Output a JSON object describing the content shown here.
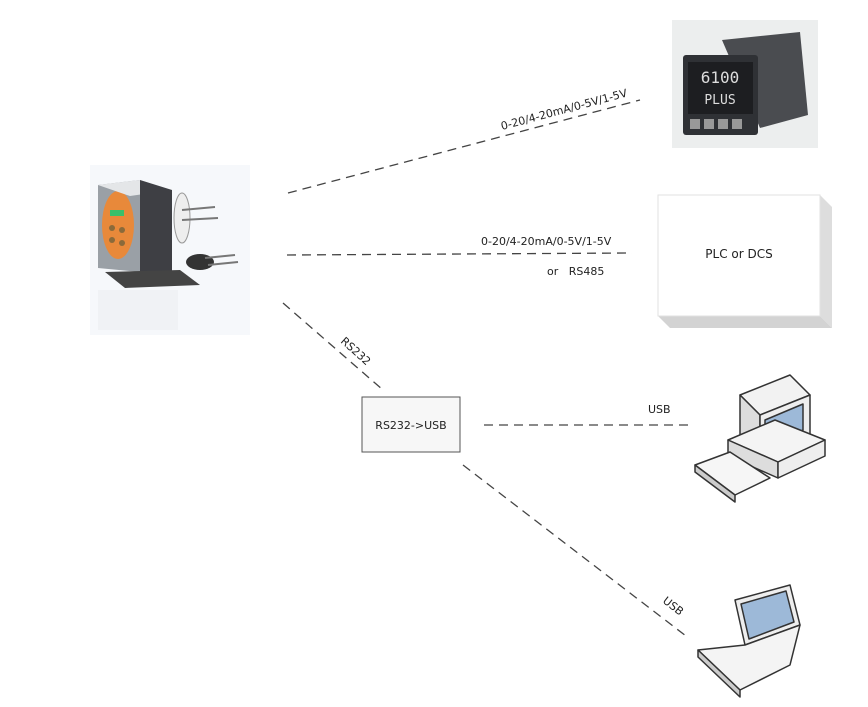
{
  "nodes": {
    "controller_display": {
      "line1": "6100",
      "line2": "PLUS"
    },
    "plc": {
      "label": "PLC or DCS"
    },
    "converter": {
      "label": "RS232->USB"
    }
  },
  "links": {
    "to_controller": "0-20/4-20mA/0-5V/1-5V",
    "to_plc": "0-20/4-20mA/0-5V/1-5V",
    "to_plc_alt": "or   RS485",
    "to_converter": "RS232",
    "to_desktop": "USB",
    "to_laptop": "USB"
  },
  "colors": {
    "accent_orange": "#e8893a",
    "line": "#444444"
  }
}
